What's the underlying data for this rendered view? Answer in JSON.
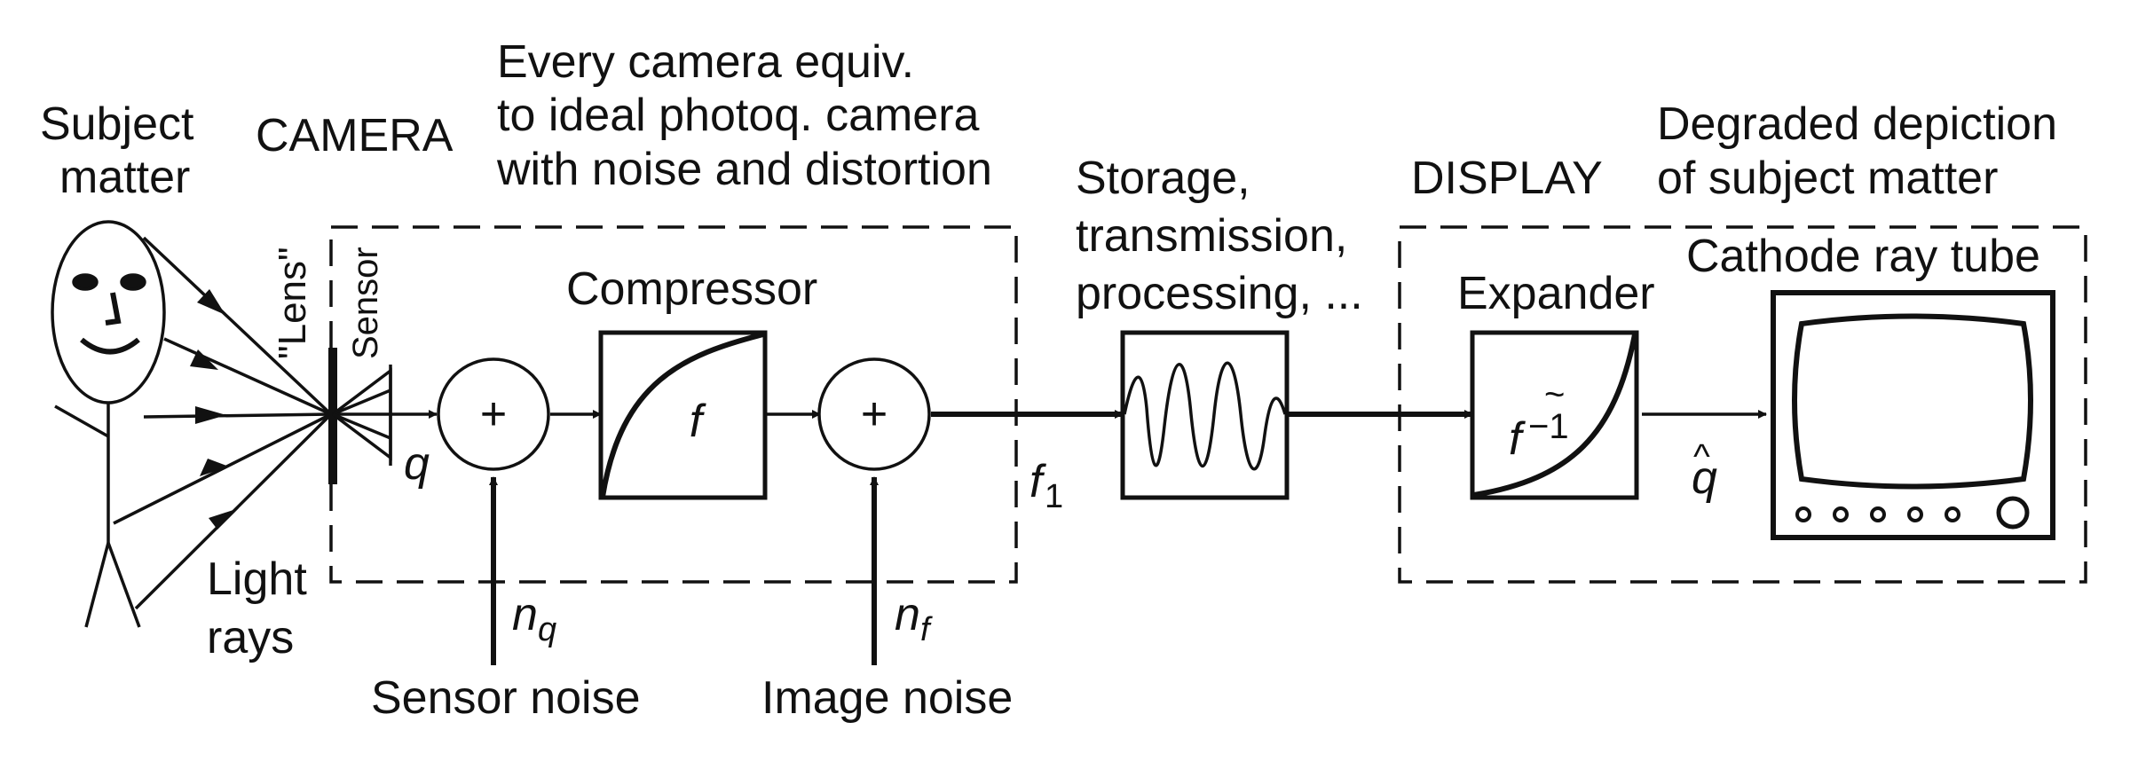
{
  "labels": {
    "subject_1": "Subject",
    "subject_2": "matter",
    "camera": "CAMERA",
    "equiv_1": "Every camera equiv.",
    "equiv_2": "to ideal photoq. camera",
    "equiv_3": "with noise and distortion",
    "storage_1": "Storage,",
    "storage_2": "transmission,",
    "storage_3": "processing, ...",
    "display": "DISPLAY",
    "degraded_1": "Degraded depiction",
    "degraded_2": "of subject matter",
    "crt": "Cathode ray tube",
    "lens": "\"Lens\"",
    "sensor": "Sensor",
    "compressor": "Compressor",
    "expander": "Expander",
    "light_1": "Light",
    "light_2": "rays",
    "sensor_noise": "Sensor noise",
    "image_noise": "Image noise"
  },
  "symbols": {
    "q": "q",
    "plus": "+",
    "f": "f",
    "f1_base": "f",
    "f1_sub": "1",
    "nq_base": "n",
    "nq_sub": "q",
    "nf_base": "n",
    "nf_sub": "f",
    "finv_base": "f",
    "finv_sup": "−1",
    "finv_tilde": "~",
    "qhat_base": "q",
    "qhat_hat": "^"
  }
}
